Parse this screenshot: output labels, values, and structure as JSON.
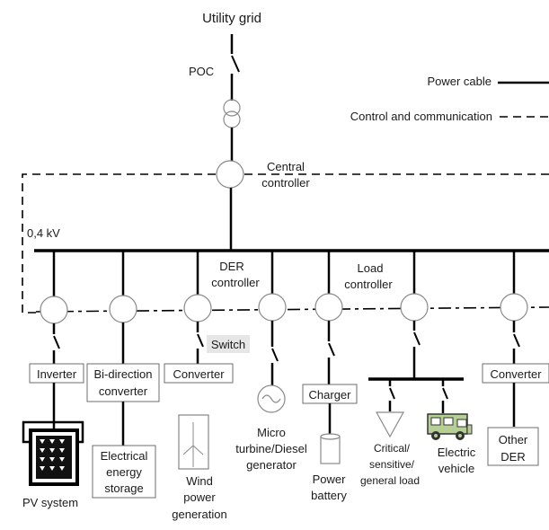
{
  "top": {
    "utility_grid": "Utility grid",
    "poc": "POC"
  },
  "legend": {
    "power_cable": "Power cable",
    "control_comm": "Control and communication"
  },
  "central": {
    "line1": "Central",
    "line2": "controller"
  },
  "bus": {
    "voltage": "0,4 kV"
  },
  "der_controller": {
    "line1": "DER",
    "line2": "controller"
  },
  "load_controller": {
    "line1": "Load",
    "line2": "controller"
  },
  "switch_label": "Switch",
  "branches": {
    "inverter": "Inverter",
    "bidirection": {
      "line1": "Bi-direction",
      "line2": "converter"
    },
    "converter_wind": "Converter",
    "charger": "Charger",
    "converter_other": "Converter"
  },
  "sources": {
    "pv": "PV system",
    "storage": {
      "line1": "Electrical",
      "line2": "energy",
      "line3": "storage"
    },
    "wind": {
      "line1": "Wind",
      "line2": "power",
      "line3": "generation"
    },
    "micro": {
      "line1": "Micro",
      "line2": "turbine/Diesel",
      "line3": "generator"
    },
    "battery": {
      "line1": "Power",
      "line2": "battery"
    },
    "load": {
      "line1": "Critical/",
      "line2": "sensitive/",
      "line3": "general load"
    },
    "ev": {
      "line1": "Electric",
      "line2": "vehicle"
    },
    "other": {
      "line1": "Other",
      "line2": "DER"
    }
  },
  "colors": {
    "ev_body": "#b5cf94",
    "switch_bg": "#e6e6e6",
    "node_stroke": "#8a8a8a"
  }
}
